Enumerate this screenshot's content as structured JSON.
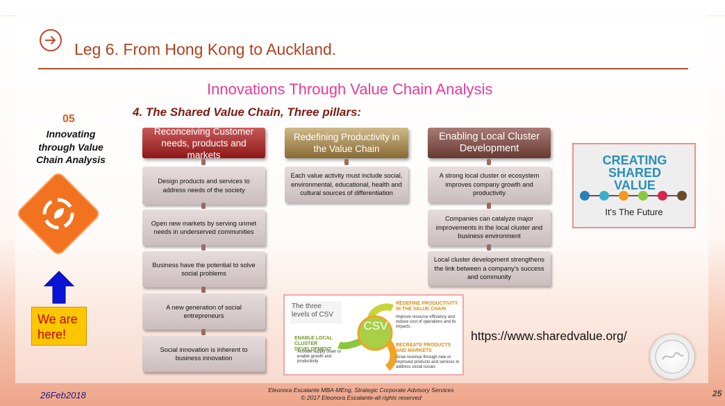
{
  "slide": {
    "title": "Leg 6. From Hong Kong to Auckland.",
    "subtitle": "Innovations Through Value Chain Analysis",
    "section_heading": "4. The Shared Value Chain, Three pillars:"
  },
  "sidebar": {
    "number": "05",
    "label": "Innovating through Value Chain Analysis",
    "we_are_here_line1": "We are",
    "we_are_here_line2": "here!"
  },
  "pillars": [
    {
      "heading": "Reconceiving Customer needs, products and markets",
      "items": [
        "Design products and services to address needs of the society",
        "Open new markets by serving unmet needs in underserved communities",
        "Business have the potential to solve social problems",
        "A new generation of social entrepreneurs",
        "Social innovation is inherent to business innovation"
      ]
    },
    {
      "heading": "Redefining Productivity in the Value Chain",
      "items": [
        "Each value activity must include social, environmental, educational, health and cultural sources of differentiation"
      ]
    },
    {
      "heading": "Enabling Local Cluster Development",
      "items": [
        "A strong local cluster or ecosystem improves company growth and productivity",
        "Companies can catalyze major improvements in the local cluster and business environment",
        "Local cluster development strengthens the link between a company’s success and community"
      ]
    }
  ],
  "csv_figure": {
    "label": "The three levels of CSV",
    "center": "CSV",
    "top_right_title": "REDEFINE PRODUCTIVITY IN THE VALUE CHAIN",
    "top_right_text": "Improve resource efficiency and reduce cost of operations and its impacts",
    "left_title": "ENABLE LOCAL CLUSTER DEVELOPMENT",
    "left_text": "Activate supply chain to enable growth and productivity",
    "bottom_right_title": "RECREATE PRODUCTS AND MARKETS",
    "bottom_right_text": "Grow revenue through new or improved products and services to address social issues"
  },
  "creating_shared_value_image": {
    "title_line1": "CREATING",
    "title_line2": "SHARED VALUE",
    "tagline": "It's The Future"
  },
  "url": "https://www.sharedvalue.org/",
  "footer": {
    "date": "26Feb2018",
    "line1": "Eleonora Escalante MBA-MEng, Strategic Corporate Advisory Services",
    "line2": "© 2017 Eleonora Escalante-all rights reserved",
    "page": "25"
  },
  "colors": {
    "title": "#b2401f",
    "subtitle": "#e7399a",
    "section": "#7b1c14",
    "accent_orange": "#f2721f",
    "arrow_blue": "#0a14d6",
    "here_yellow": "#fcc600"
  }
}
